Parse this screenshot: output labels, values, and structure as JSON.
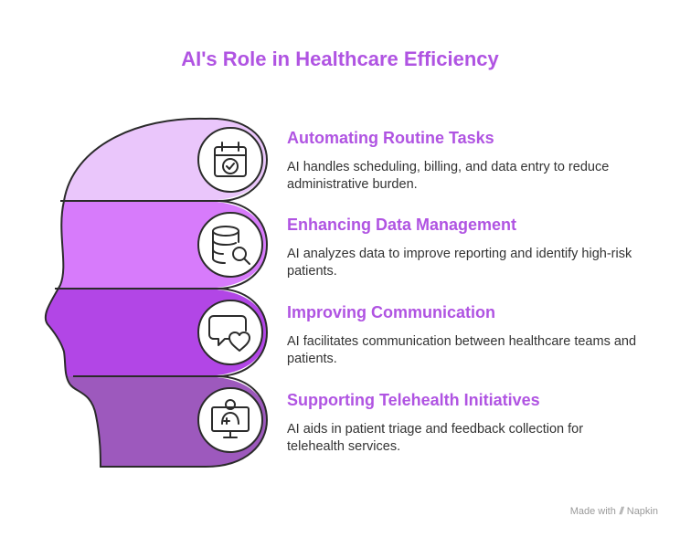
{
  "title": "AI's Role in Healthcare Efficiency",
  "colors": {
    "title": "#b054e2",
    "band_1": "#eac6fb",
    "band_2": "#d77bfb",
    "band_3": "#b246e6",
    "band_4": "#9d59bd",
    "outline": "#2b2b2b"
  },
  "items": [
    {
      "title": "Automating Routine Tasks",
      "description": "AI handles scheduling, billing, and data entry to reduce administrative burden.",
      "icon": "calendar-check-icon"
    },
    {
      "title": "Enhancing Data Management",
      "description": "AI analyzes data to improve reporting and identify high-risk patients.",
      "icon": "database-search-icon"
    },
    {
      "title": "Improving Communication",
      "description": "AI facilitates communication between healthcare teams and patients.",
      "icon": "chat-heart-icon"
    },
    {
      "title": "Supporting Telehealth Initiatives",
      "description": "AI aids in patient triage and feedback collection for telehealth services.",
      "icon": "telehealth-monitor-icon"
    }
  ],
  "footer": {
    "made_with": "Made with",
    "brand": "Napkin"
  }
}
